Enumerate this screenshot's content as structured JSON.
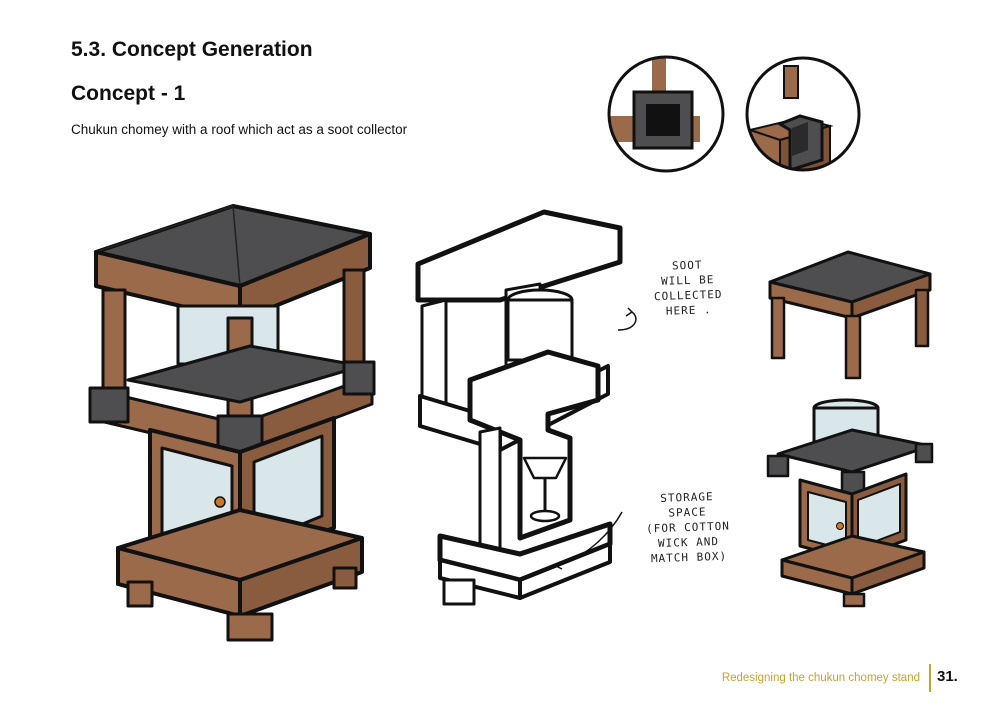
{
  "heading": {
    "section": "5.3. Concept Generation",
    "concept": "Concept - 1",
    "description": "Chukun chomey with a roof which act as a soot collector"
  },
  "annotations": {
    "soot": [
      "SOOT",
      "WILL BE",
      "COLLECTED",
      "HERE ."
    ],
    "storage": [
      "STORAGE",
      "SPACE",
      "(FOR COTTON",
      "WICK AND",
      "MATCH BOX)"
    ]
  },
  "footer": {
    "text": "Redesigning the chukun chomey stand",
    "page": "31."
  },
  "colors": {
    "wood": "#9b6a4a",
    "roof": "#4e4e50",
    "glass": "#d9e6ea",
    "accent": "#c9a22c",
    "outline": "#111111"
  }
}
